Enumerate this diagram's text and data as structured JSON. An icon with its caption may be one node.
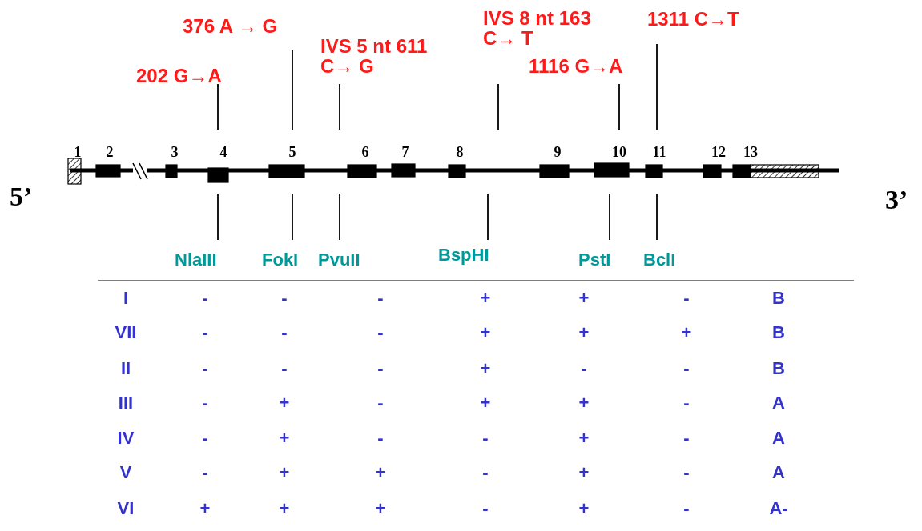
{
  "diagram": {
    "labels": [
      "376 A → G",
      "IVS 8 nt 163 C→ T",
      "1311 C→T",
      "IVS 5 nt 611 C→ G",
      "1116 G→A",
      "202 G→A",
      "1",
      "2",
      "3",
      "4",
      "5",
      "6",
      "7",
      "8",
      "9",
      "10",
      "11",
      "12",
      "13",
      "5’",
      "3’",
      "NlaIII",
      "FokI",
      "PvuII",
      "BspHI",
      "PstI",
      "BclI",
      "I",
      "-",
      "-",
      "-",
      "+",
      "+",
      "-",
      "B",
      "VII",
      "-",
      "-",
      "-",
      "+",
      "+",
      "+",
      "B",
      "II",
      "-",
      "-",
      "-",
      "+",
      "-",
      "-",
      "B",
      "III",
      "-",
      "+",
      "-",
      "+",
      "+",
      "-",
      "A",
      "IV",
      "-",
      "+",
      "-",
      "-",
      "+",
      "-",
      "A",
      "V",
      "-",
      "+",
      "+",
      "-",
      "+",
      "-",
      "A",
      "VI",
      "+",
      "+",
      "+",
      "-",
      "+",
      "-",
      "A-"
    ]
  }
}
